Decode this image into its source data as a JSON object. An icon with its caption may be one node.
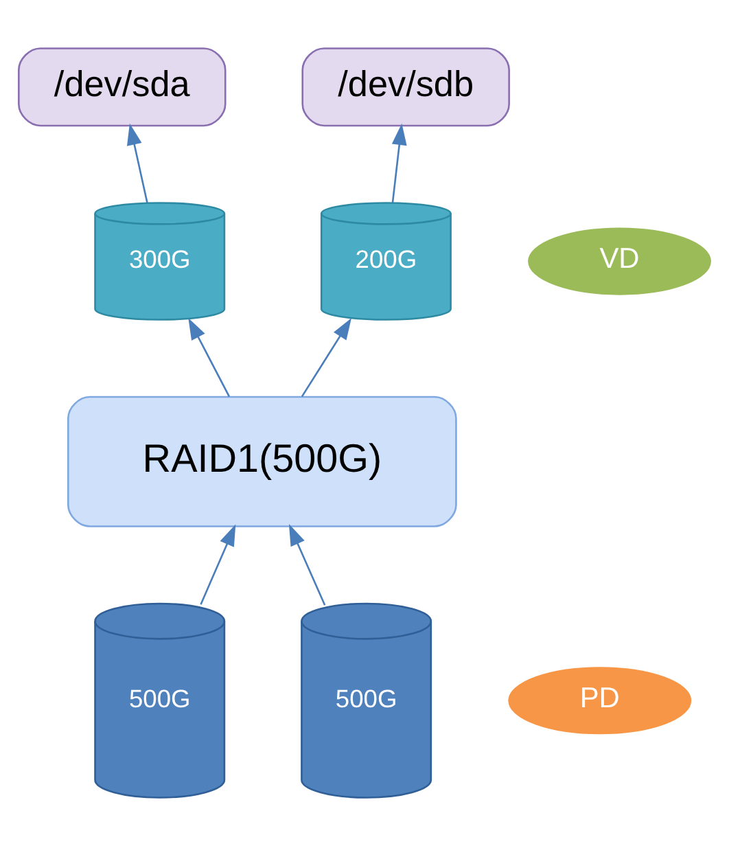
{
  "diagram": {
    "nodes": [
      {
        "text": [
          "/dev/sda"
        ]
      },
      {
        "text": [
          "/dev/sdb"
        ]
      },
      {
        "text": [
          "VD"
        ]
      },
      {
        "text": [
          "300G"
        ]
      },
      {
        "text": [
          "200G"
        ]
      },
      {
        "text": [
          "RAID1(500G)"
        ]
      },
      {
        "text": [
          "PD"
        ]
      },
      {
        "text": [
          "500G"
        ]
      },
      {
        "text": [
          "500G"
        ]
      }
    ],
    "edges": [
      {
        "from": 3,
        "to": 0,
        "arrow": "to"
      },
      {
        "from": 4,
        "to": 1,
        "arrow": "to"
      },
      {
        "from": 5,
        "to": 3,
        "arrow": "to"
      },
      {
        "from": 5,
        "to": 4,
        "arrow": "to"
      },
      {
        "from": 7,
        "to": 5,
        "arrow": "to"
      },
      {
        "from": 8,
        "to": 5,
        "arrow": "to"
      }
    ]
  }
}
